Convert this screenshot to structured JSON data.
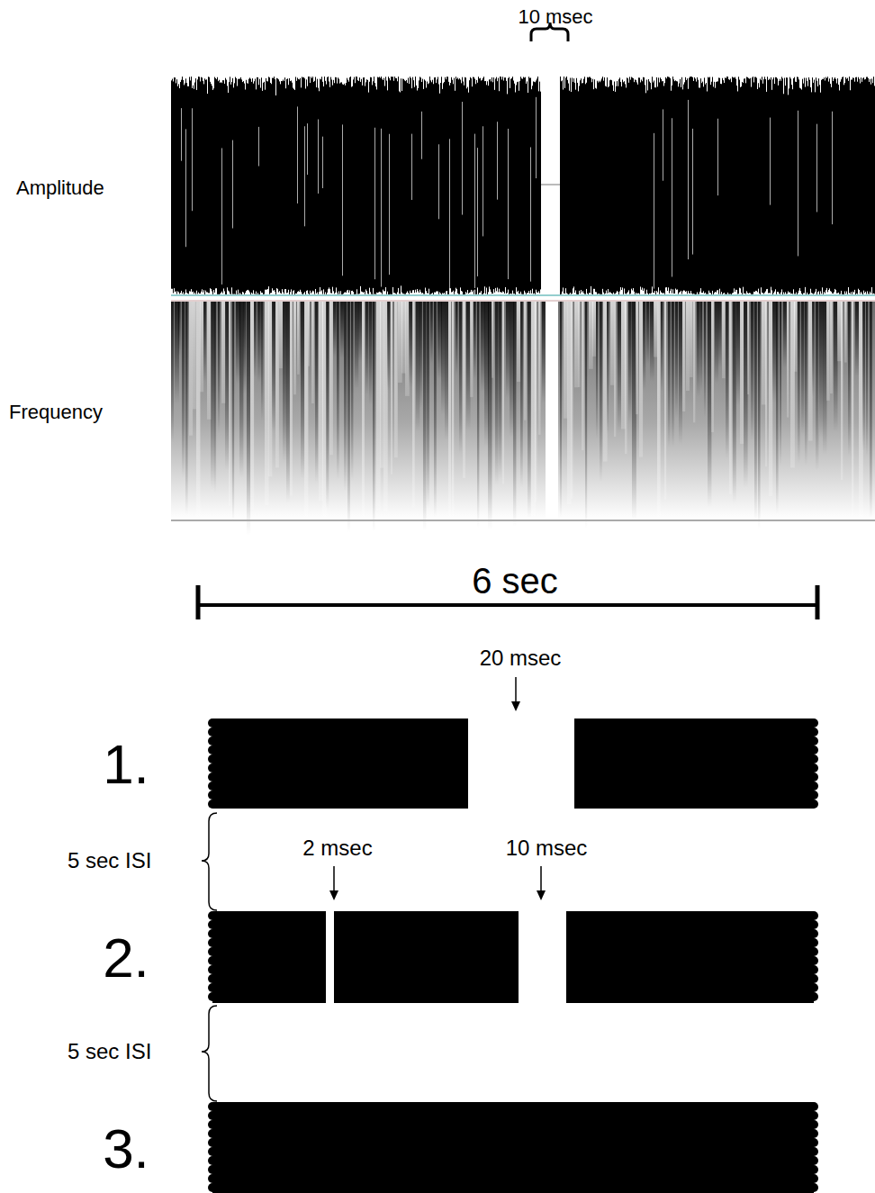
{
  "diagram": {
    "labels": [
      "10 msec",
      "Amplitude",
      "Frequency",
      "6 sec",
      "20 msec",
      "1.",
      "5 sec ISI",
      "2 msec",
      "10 msec",
      "2.",
      "5 sec ISI",
      "3."
    ]
  }
}
